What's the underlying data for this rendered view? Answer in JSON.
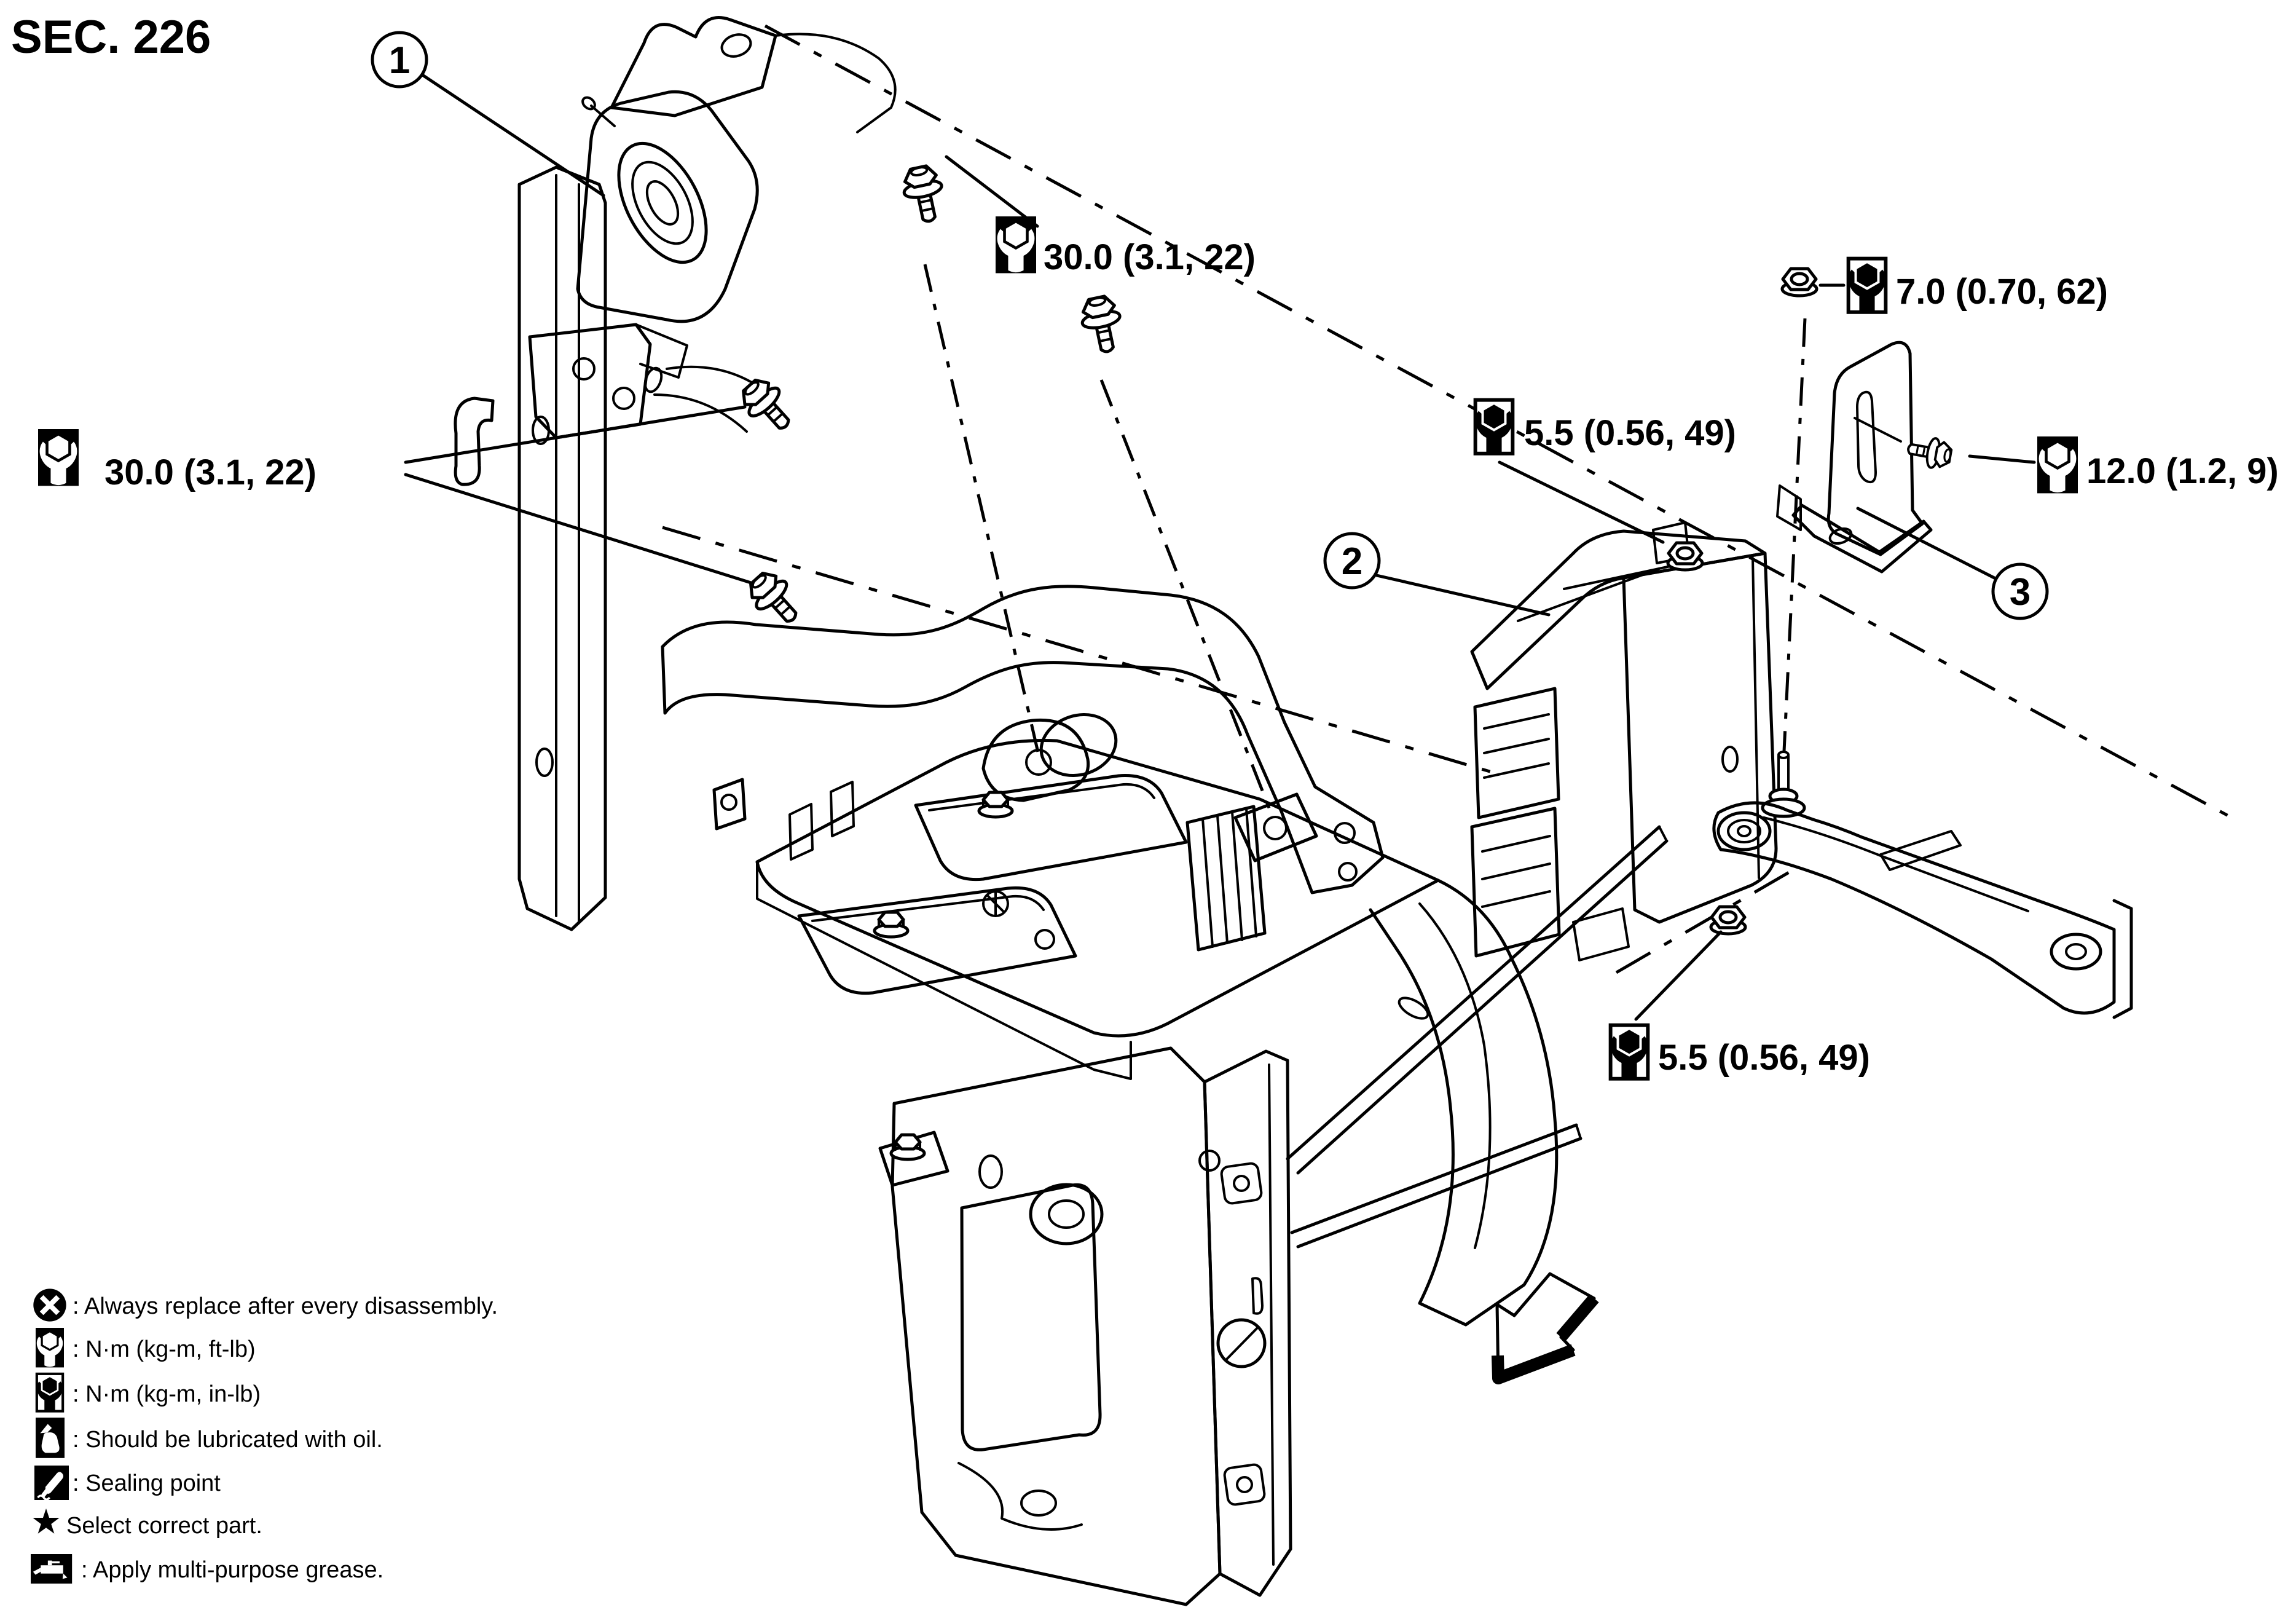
{
  "title": "SEC. 226",
  "callouts": {
    "torque_30_top": "30.0 (3.1, 22)",
    "torque_30_left": "30.0 (3.1, 22)",
    "torque_7": "7.0 (0.70, 62)",
    "torque_55_upper": "5.5 (0.56, 49)",
    "torque_12": "12.0 (1.2, 9)",
    "torque_55_lower": "5.5 (0.56, 49)"
  },
  "part_numbers": {
    "p1": "1",
    "p2": "2",
    "p3": "3"
  },
  "legend": {
    "rows": [
      {
        "icon": "always-replace-icon",
        "label": ": Always replace after every disassembly."
      },
      {
        "icon": "torque-ft-lb-icon",
        "label": ": N·m (kg-m, ft-lb)"
      },
      {
        "icon": "torque-in-lb-icon",
        "label": ": N·m (kg-m, in-lb)"
      },
      {
        "icon": "oil-icon",
        "label": ": Should be lubricated with oil."
      },
      {
        "icon": "sealing-icon",
        "label": ": Sealing point"
      },
      {
        "icon": "star-icon",
        "label": "Select correct part."
      },
      {
        "icon": "grease-icon",
        "label": ": Apply multi-purpose grease."
      }
    ]
  },
  "colors": {
    "ink": "#000000",
    "paper": "#ffffff"
  }
}
